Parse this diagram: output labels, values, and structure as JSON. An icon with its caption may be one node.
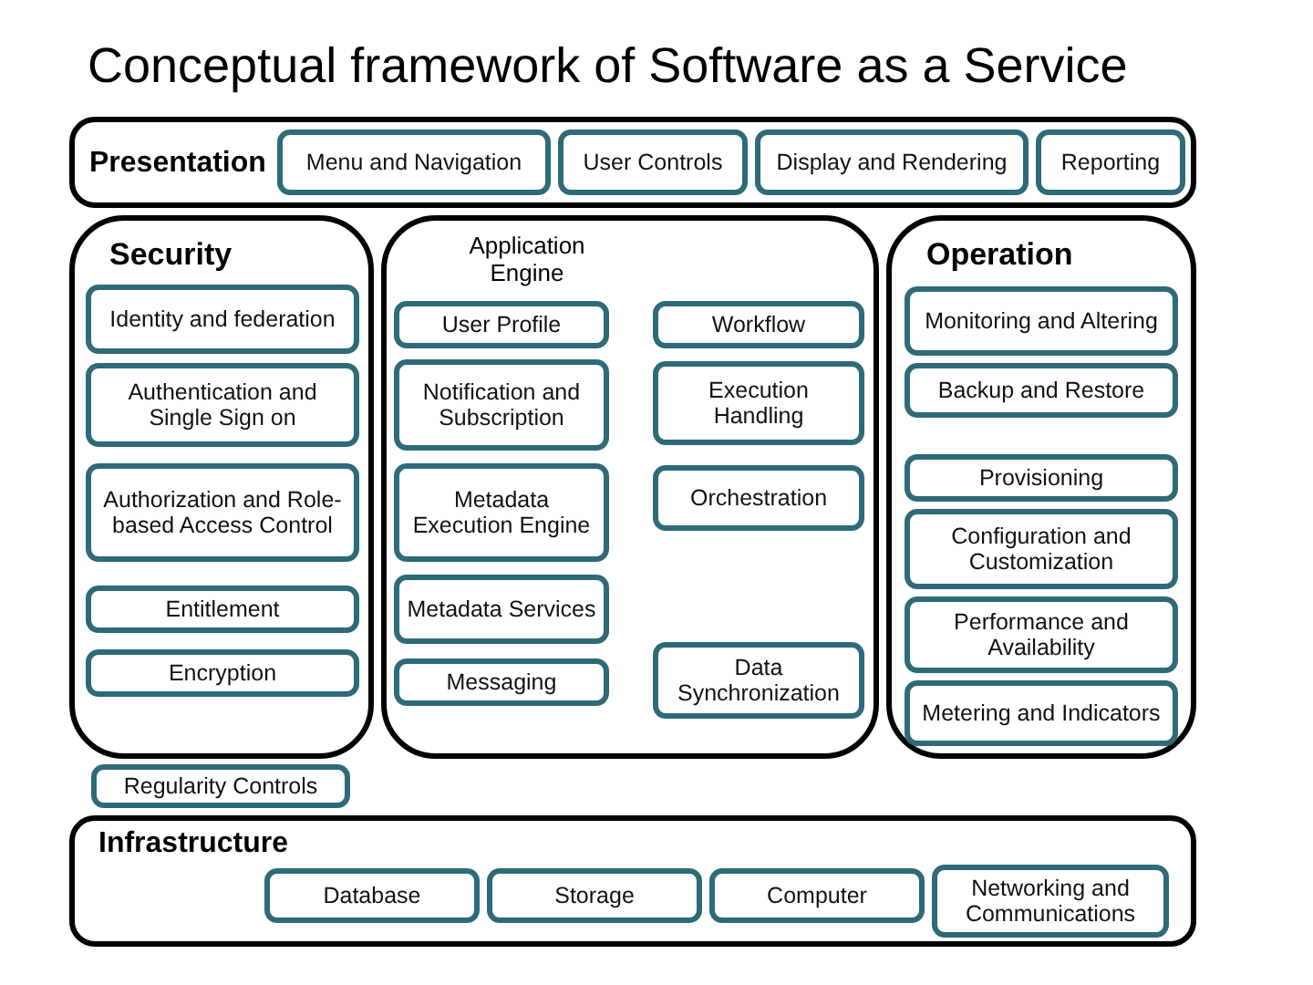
{
  "diagram": {
    "title": "Conceptual framework of Software as a Service",
    "nodes": [
      {
        "text": [
          "Presentation"
        ]
      },
      {
        "text": [
          "Menu and Navigation"
        ],
        "in": 0
      },
      {
        "text": [
          "User Controls"
        ],
        "in": 0
      },
      {
        "text": [
          "Display and Rendering"
        ],
        "in": 0
      },
      {
        "text": [
          "Reporting"
        ],
        "in": 0
      },
      {
        "text": [
          "Security"
        ]
      },
      {
        "text": [
          "Identity and federation"
        ],
        "in": 5
      },
      {
        "text": [
          "Authentication and Single Sign on"
        ],
        "in": 5
      },
      {
        "text": [
          "Authorization and Role-based Access Control"
        ],
        "in": 5
      },
      {
        "text": [
          "Entitlement"
        ],
        "in": 5
      },
      {
        "text": [
          "Encryption"
        ],
        "in": 5
      },
      {
        "text": [
          "Application Engine"
        ]
      },
      {
        "text": [
          "User Profile"
        ],
        "in": 11
      },
      {
        "text": [
          "Workflow"
        ],
        "in": 11
      },
      {
        "text": [
          "Notification and Subscription"
        ],
        "in": 11
      },
      {
        "text": [
          "Execution Handling"
        ],
        "in": 11
      },
      {
        "text": [
          "Metadata Execution Engine"
        ],
        "in": 11
      },
      {
        "text": [
          "Orchestration"
        ],
        "in": 11
      },
      {
        "text": [
          "Metadata Services"
        ],
        "in": 11
      },
      {
        "text": [
          "Messaging"
        ],
        "in": 11
      },
      {
        "text": [
          "Data Synchronization"
        ],
        "in": 11
      },
      {
        "text": [
          "Operation"
        ]
      },
      {
        "text": [
          "Monitoring and Altering"
        ],
        "in": 21
      },
      {
        "text": [
          "Backup and Restore"
        ],
        "in": 21
      },
      {
        "text": [
          "Provisioning"
        ],
        "in": 21
      },
      {
        "text": [
          "Configuration and Customization"
        ],
        "in": 21
      },
      {
        "text": [
          "Performance and Availability"
        ],
        "in": 21
      },
      {
        "text": [
          "Metering and Indicators"
        ],
        "in": 21
      },
      {
        "text": [
          "Regularity Controls"
        ]
      },
      {
        "text": [
          "Infrastructure"
        ]
      },
      {
        "text": [
          "Database"
        ],
        "in": 29
      },
      {
        "text": [
          "Storage"
        ],
        "in": 29
      },
      {
        "text": [
          "Computer"
        ],
        "in": 29
      },
      {
        "text": [
          "Networking and Communications"
        ],
        "in": 29
      }
    ]
  }
}
